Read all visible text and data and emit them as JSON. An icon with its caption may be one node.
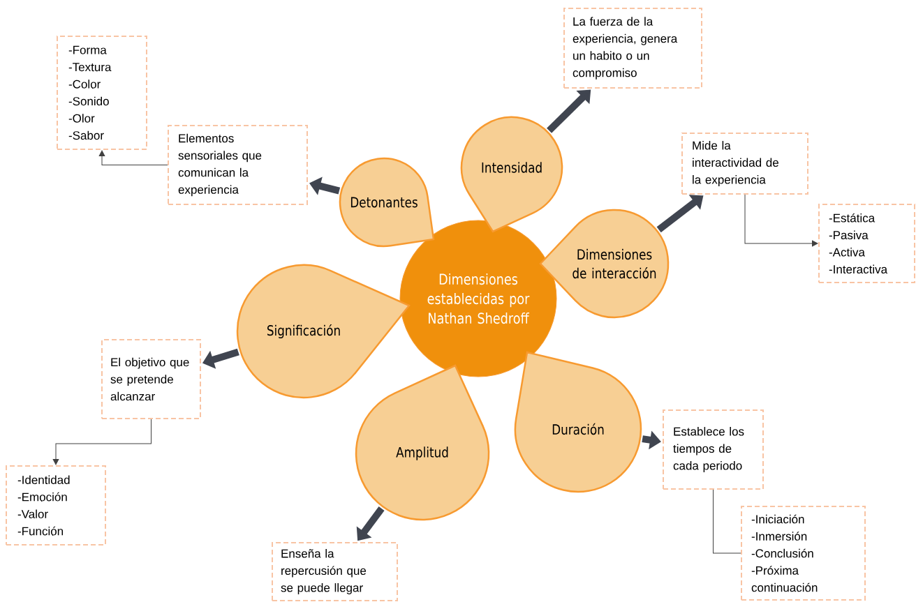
{
  "diagram": {
    "nodes": [
      {
        "text": [
          "Dimensiones establecidas por Nathan Shedroff"
        ]
      },
      {
        "text": [
          "Detonantes"
        ]
      },
      {
        "text": [
          "Intensidad"
        ]
      },
      {
        "text": [
          "Dimensiones de interacción"
        ]
      },
      {
        "text": [
          "Significación"
        ]
      },
      {
        "text": [
          "Amplitud"
        ]
      },
      {
        "text": [
          "Duración"
        ]
      },
      {
        "text": [
          "-Forma",
          "-Textura",
          "-Color",
          "-Sonido",
          "-Olor",
          "-Sabor"
        ]
      },
      {
        "text": [
          "Elementos sensoriales que comunican la experiencia"
        ]
      },
      {
        "text": [
          "La fuerza de la experiencia, genera un habito o un compromiso"
        ]
      },
      {
        "text": [
          "Mide la interactividad de la experiencia"
        ]
      },
      {
        "text": [
          "-Estática",
          "-Pasiva",
          "-Activa",
          "-Interactiva"
        ]
      },
      {
        "text": [
          "El objetivo que se pretende alcanzar"
        ]
      },
      {
        "text": [
          "-Identidad",
          "-Emoción",
          "-Valor",
          "-Función"
        ]
      },
      {
        "text": [
          "Enseña la repercusión que se puede llegar"
        ]
      },
      {
        "text": [
          "Establece los tiempos de cada periodo"
        ]
      },
      {
        "text": [
          "-Iniciación",
          "-Inmersión",
          "-Conclusión",
          "-Próxima continuación"
        ]
      }
    ],
    "edges": [
      {
        "from": 1,
        "to": 8,
        "arrow": "to"
      },
      {
        "from": 2,
        "to": 9,
        "arrow": "to"
      },
      {
        "from": 3,
        "to": 10,
        "arrow": "to"
      },
      {
        "from": 4,
        "to": 12,
        "arrow": "to"
      },
      {
        "from": 5,
        "to": 14,
        "arrow": "to"
      },
      {
        "from": 6,
        "to": 15,
        "arrow": "to"
      },
      {
        "from": 8,
        "to": 7,
        "arrow": "to"
      },
      {
        "from": 10,
        "to": 11,
        "arrow": "to"
      },
      {
        "from": 12,
        "to": 13,
        "arrow": "to"
      },
      {
        "from": 15,
        "to": 16,
        "arrow": "none"
      }
    ]
  }
}
